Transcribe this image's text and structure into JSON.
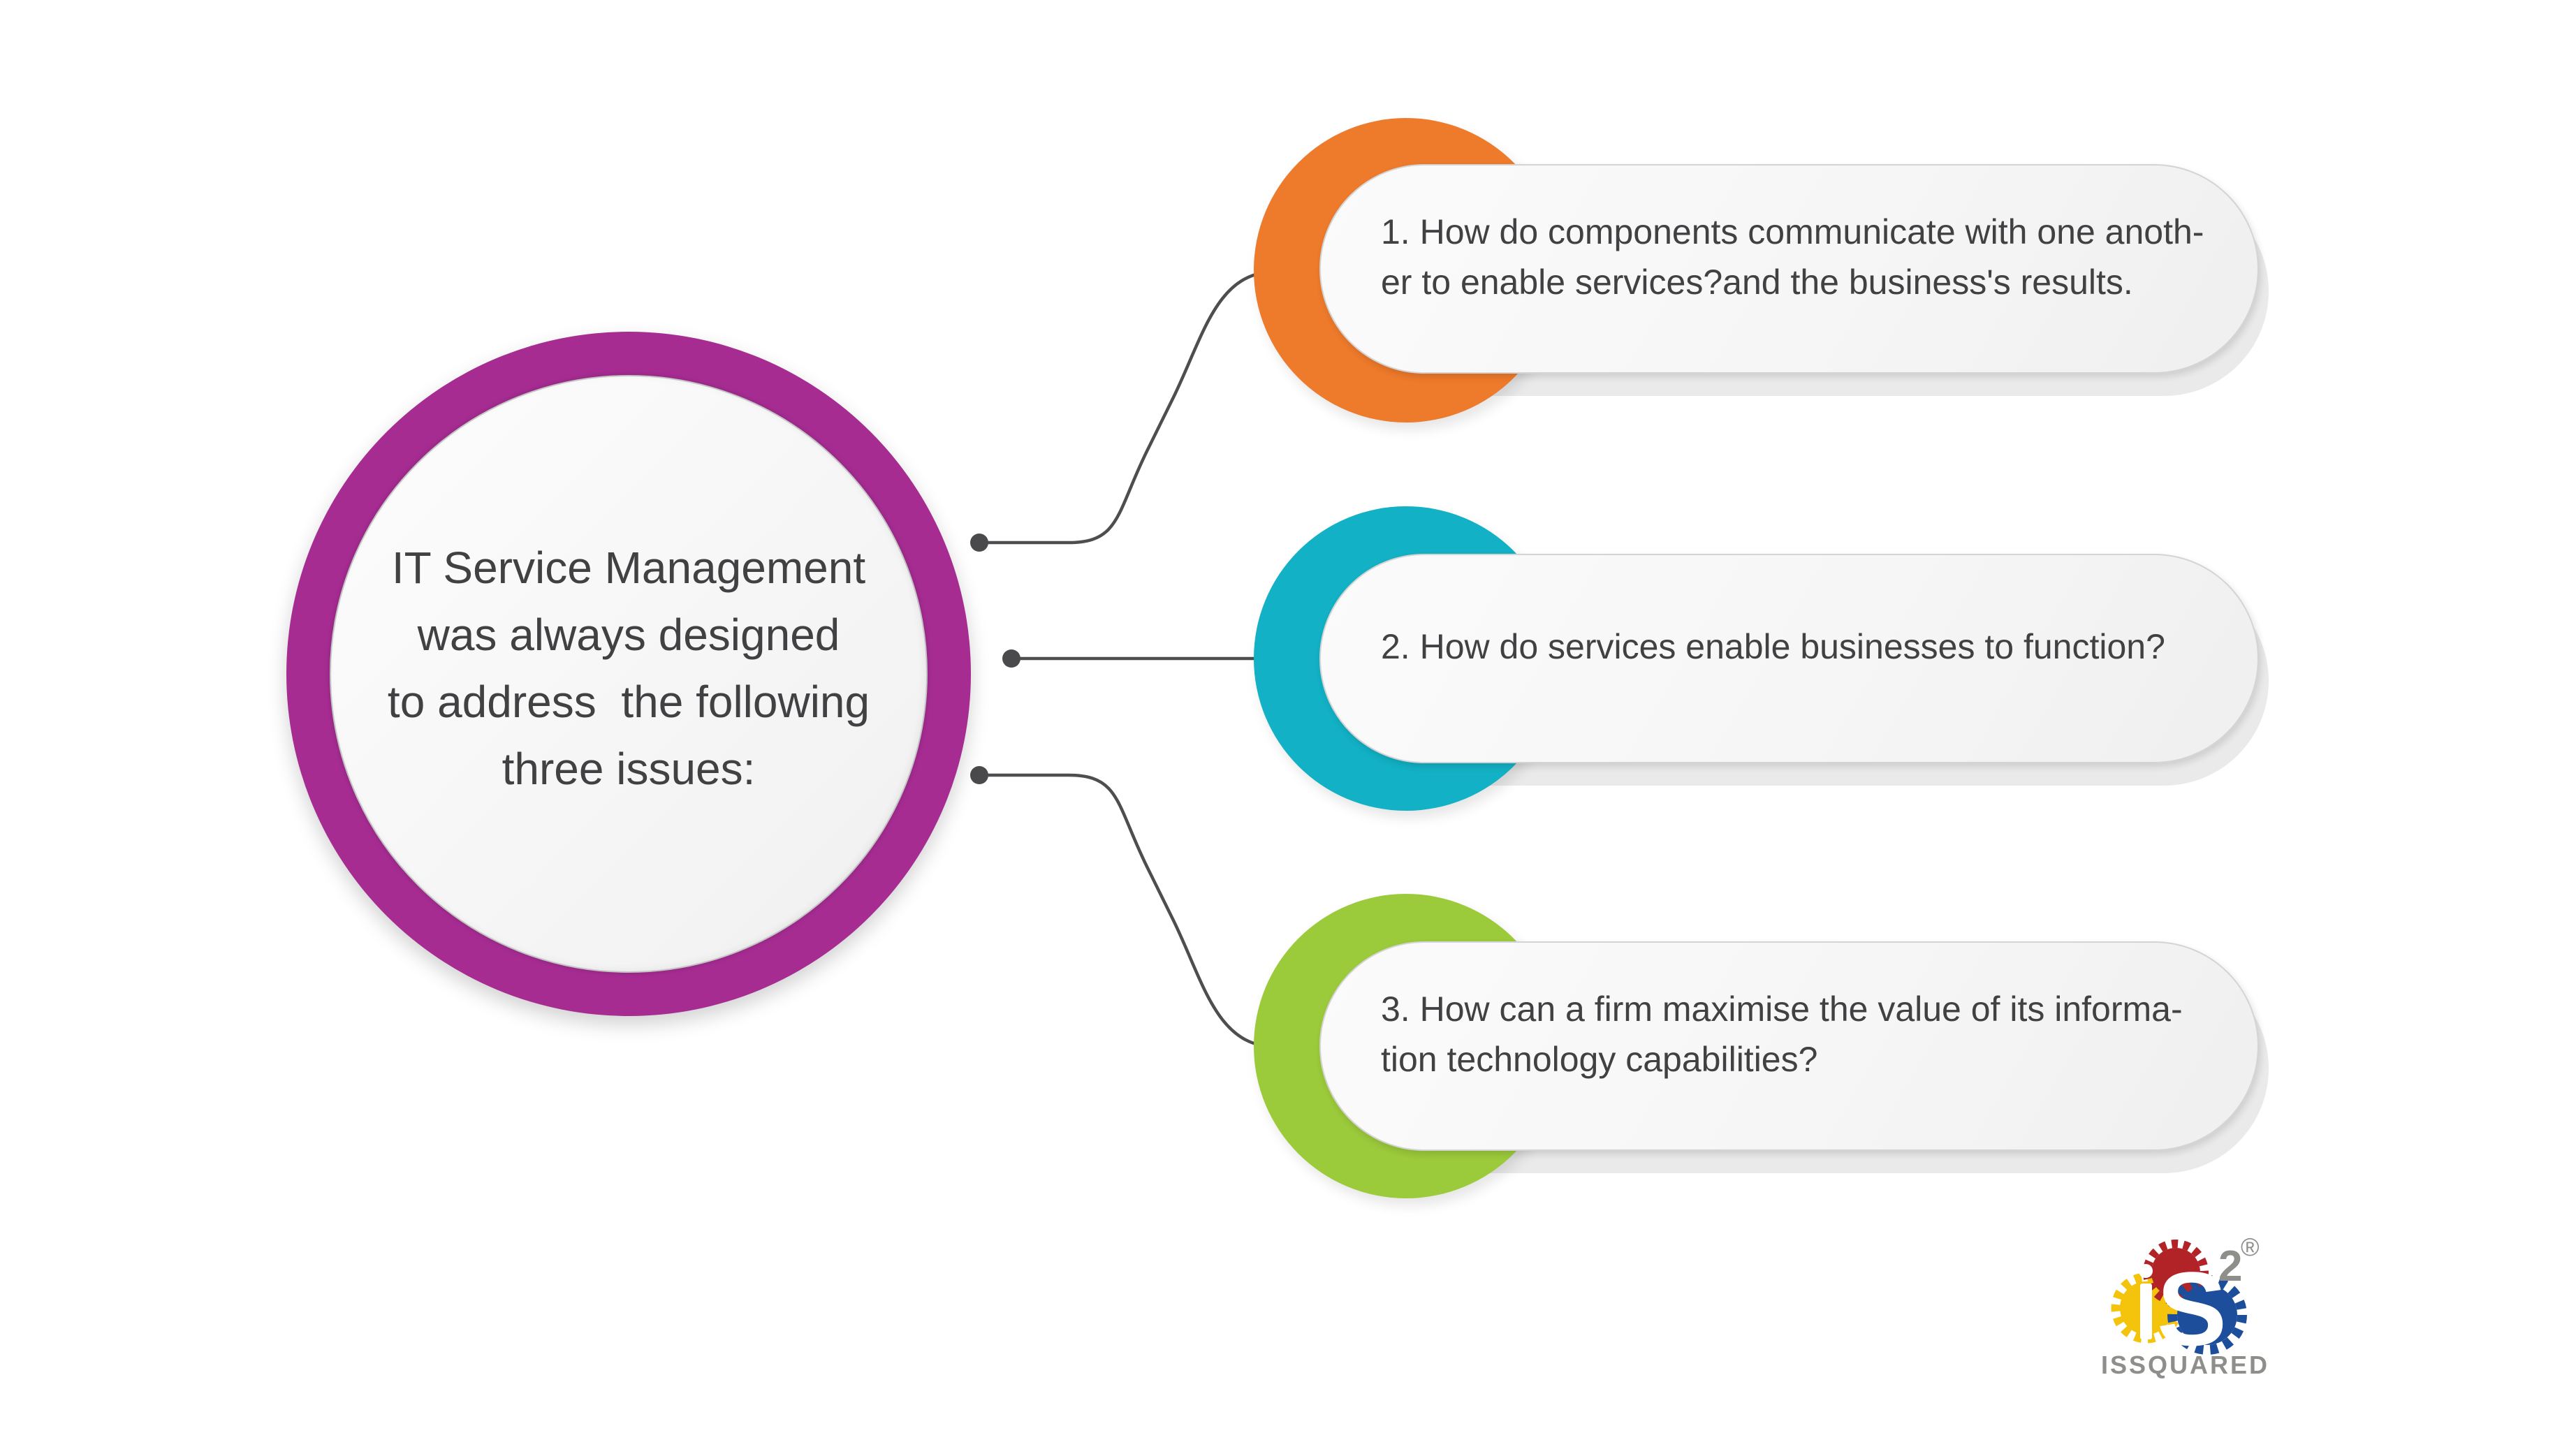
{
  "background": "#ffffff",
  "central_node": {
    "lines": [
      "IT Service Management",
      "was always designed",
      "to address  the following",
      "three issues:"
    ],
    "ring_color": "#A62C92"
  },
  "items": [
    {
      "id": "1",
      "circle_color": "#EE7A2B",
      "lines": [
        "1. How do components communicate with one anoth-",
        "er to enable services?and the business's results."
      ]
    },
    {
      "id": "2",
      "circle_color": "#12B1C5",
      "lines": [
        "2. How do services enable businesses to function?"
      ]
    },
    {
      "id": "3",
      "circle_color": "#9BCA3B",
      "lines": [
        "3. How can a firm maximise the value of its informa-",
        "tion technology capabilities?"
      ]
    }
  ],
  "colors": {
    "connector": "#4E4E50",
    "text": "#414042",
    "pill_fill": "#f6f6f6",
    "pill_shadow": "#eaeaea"
  },
  "logo": {
    "mark_i": "i",
    "mark_s": "S",
    "superscript": "2",
    "registered": "®",
    "wordmark": "ISSQUARED",
    "wordmark_color": "#8E8E8A",
    "gear_yellow": "#F4C30B",
    "gear_red": "#B22328",
    "gear_blue": "#1D4E9B"
  }
}
